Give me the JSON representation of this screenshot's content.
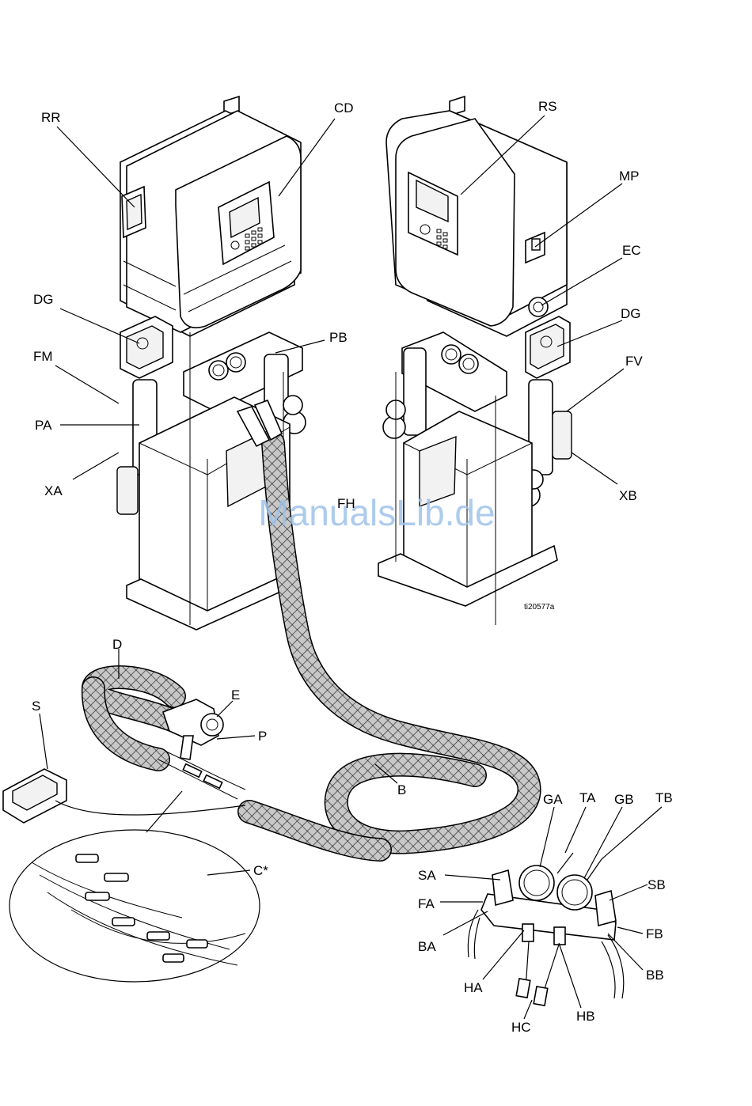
{
  "figure": {
    "image_code": "ti20577a",
    "watermark": "ManualsLib.de",
    "callouts": {
      "RR": "RR",
      "CD": "CD",
      "RS": "RS",
      "MP": "MP",
      "EC": "EC",
      "DG_left": "DG",
      "DG_right": "DG",
      "FM": "FM",
      "FV": "FV",
      "PA": "PA",
      "PB": "PB",
      "XA": "XA",
      "XB": "XB",
      "FH": "FH",
      "D": "D",
      "E": "E",
      "P": "P",
      "S": "S",
      "B": "B",
      "C": "C*",
      "GA": "GA",
      "TA": "TA",
      "GB": "GB",
      "TB": "TB",
      "SA": "SA",
      "SB": "SB",
      "FA": "FA",
      "FB": "FB",
      "BA": "BA",
      "BB": "BB",
      "HA": "HA",
      "HB": "HB",
      "HC": "HC"
    }
  }
}
